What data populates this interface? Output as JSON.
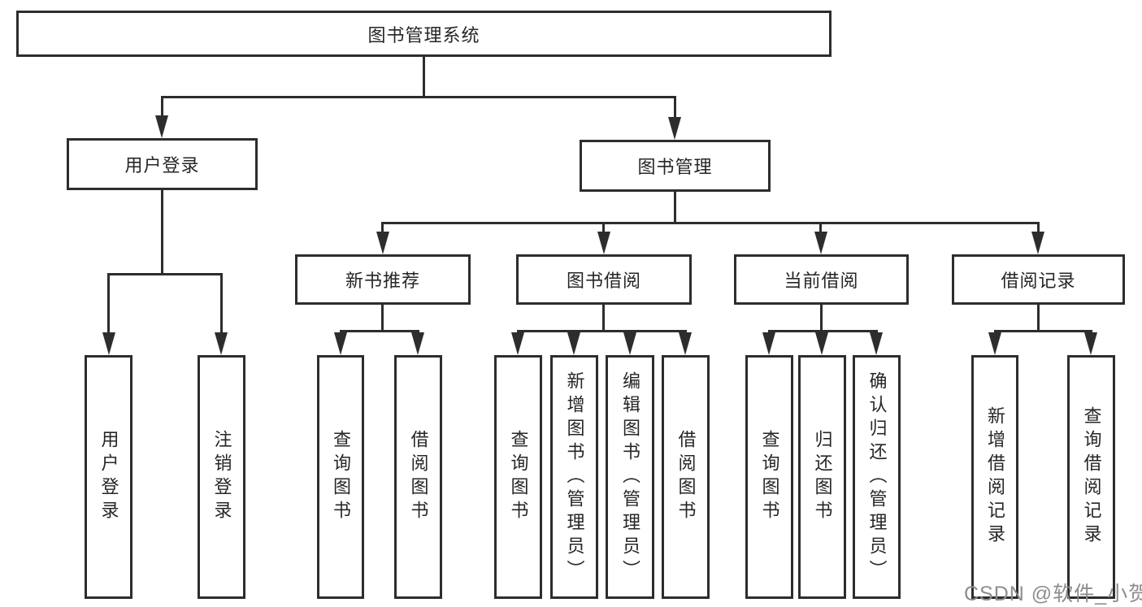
{
  "colors": {
    "line": "#2d2d2d",
    "text": "#262626",
    "background": "#ffffff",
    "watermark": "#8d8d8d"
  },
  "watermark": {
    "text": "CSDN @软件_小贺同学"
  },
  "nodes": {
    "root": "图书管理系统",
    "user_login": "用户登录",
    "book_management": "图书管理",
    "l3": [
      "新书推荐",
      "图书借阅",
      "当前借阅",
      "借阅记录"
    ],
    "leaves_user": [
      "用户登录",
      "注销登录"
    ],
    "leaves_recommend": [
      "查询图书",
      "借阅图书"
    ],
    "leaves_borrow": [
      "查询图书",
      "新增图书（管理员）",
      "编辑图书（管理员）",
      "借阅图书"
    ],
    "leaves_current": [
      "查询图书",
      "归还图书",
      "确认归还（管理员）"
    ],
    "leaves_records": [
      "新增借阅记录",
      "查询借阅记录"
    ]
  }
}
